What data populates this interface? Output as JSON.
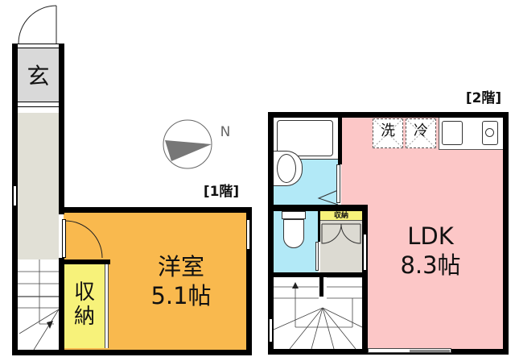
{
  "compass": {
    "direction_label": "N"
  },
  "floor1": {
    "label": "[1階]",
    "entrance": {
      "label": "玄"
    },
    "western_room": {
      "name": "洋室",
      "size": "5.1帖"
    },
    "storage": {
      "label_line1": "収",
      "label_line2": "納"
    }
  },
  "floor2": {
    "label": "[2階]",
    "ldk": {
      "name": "LDK",
      "size": "8.3帖"
    },
    "washer": {
      "label": "洗"
    },
    "fridge": {
      "label": "冷"
    },
    "storage": {
      "label": "収納"
    }
  },
  "colors": {
    "western_room": "#f9b94e",
    "storage_1f": "#f7f27a",
    "ldk": "#fcc7c7",
    "wet_area": "#b2e9f7",
    "hallway": "#e1e0d6",
    "entrance": "#d9d9d9",
    "closet_2f": "#dcdad2",
    "wall": "#000000"
  }
}
